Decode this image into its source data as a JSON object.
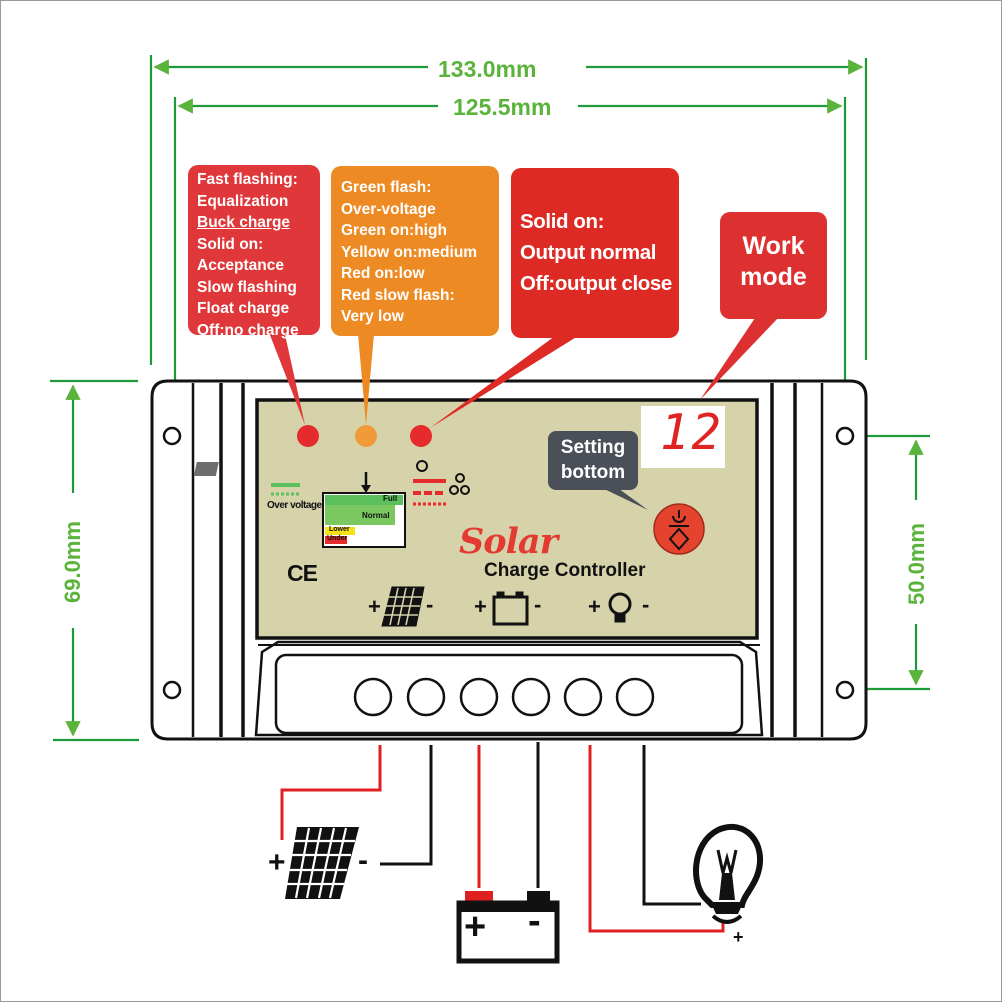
{
  "diagram": {
    "title": "Solar Charge Controller dimension and wiring diagram",
    "dimensions": {
      "overall_width": "133.0mm",
      "mounting_width": "125.5mm",
      "overall_height": "69.0mm",
      "mounting_height": "50.0mm"
    },
    "callouts": {
      "charge_led": {
        "lines": [
          "Fast flashing:",
          "Equalization",
          "Buck charge",
          "Solid on:",
          "Acceptance",
          "Slow flashing",
          "Float charge",
          "Off:no charge"
        ],
        "color": "#e0383a"
      },
      "battery_led": {
        "lines": [
          "Green flash:",
          "Over-voltage",
          "Green on:high",
          "Yellow on:medium",
          "Red on:low",
          "Red slow flash:",
          "Very low"
        ],
        "color": "#ee8a23"
      },
      "load_led": {
        "lines": [
          "Solid on:",
          "Output normal",
          "Off:output close"
        ],
        "color": "#dd2a24"
      },
      "work_mode": {
        "lines": [
          "Work",
          "mode"
        ],
        "color": "#dd3030"
      },
      "setting_button": {
        "lines": [
          "Setting",
          "bottom"
        ],
        "color": "#4b5058"
      }
    },
    "panel": {
      "brand": "Solar",
      "subtitle": "Charge Controller",
      "certification": "CE",
      "display_value": "12",
      "led_colors": [
        "#e52b2b",
        "#f09a3a",
        "#e52b2b"
      ],
      "battery_levels": [
        "Full",
        "Normal",
        "Lower",
        "Under"
      ],
      "over_voltage_label": "Over voltage",
      "face_color": "#d6d3aa",
      "button_color": "#e4432e"
    },
    "terminals": {
      "count": 6,
      "groups": [
        {
          "name": "solar-panel",
          "plus": "+",
          "minus": "-"
        },
        {
          "name": "battery",
          "plus": "+",
          "minus": "-"
        },
        {
          "name": "load",
          "plus": "+",
          "minus": "-"
        }
      ]
    },
    "wiring": {
      "positive_color": "#e02020",
      "negative_color": "#111111",
      "solar": {
        "plus": "+",
        "minus": "-"
      },
      "battery": {
        "plus": "+",
        "minus": "-"
      },
      "load": {
        "plus": "+",
        "minus": "-"
      }
    },
    "accent_color": "#5ab33a",
    "dimension_line_color": "#1f9a3a"
  }
}
